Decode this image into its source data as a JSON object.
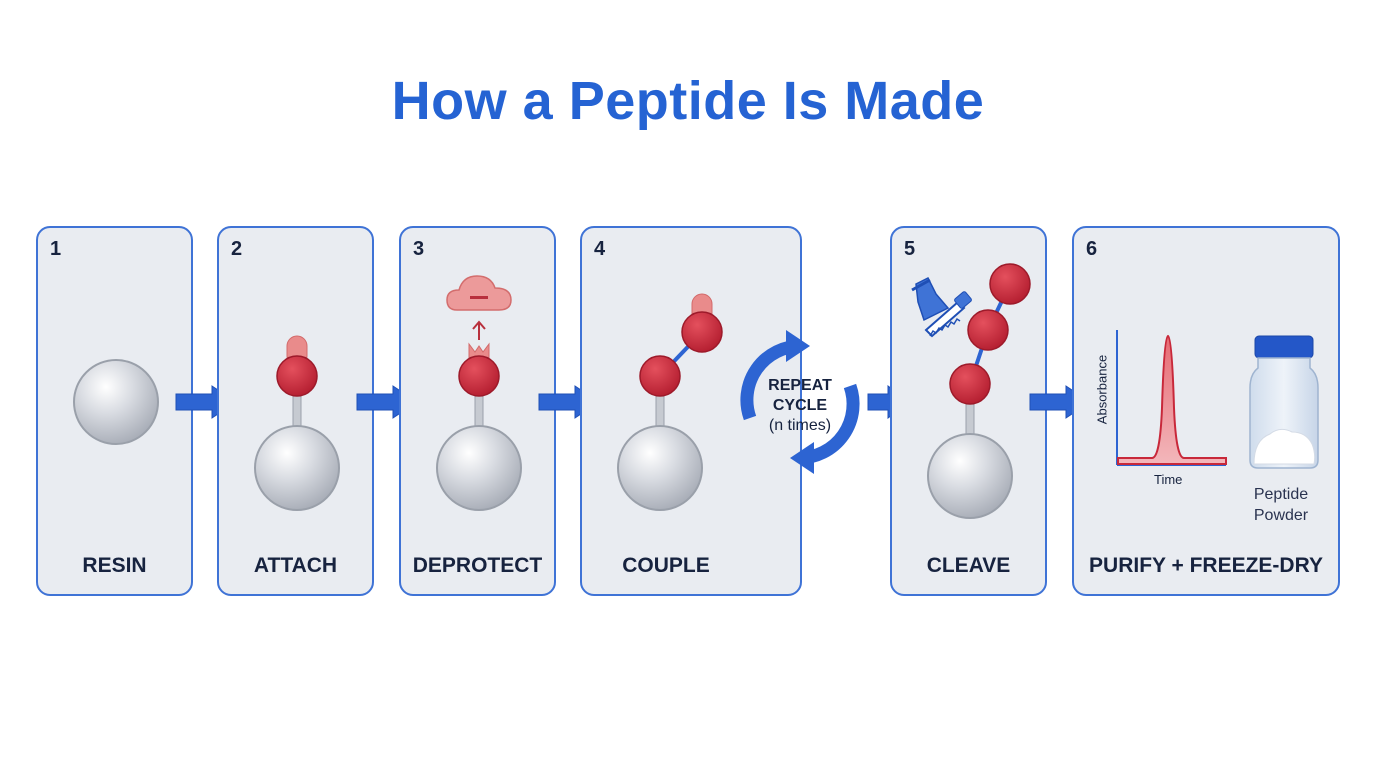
{
  "title": "How a Peptide Is Made",
  "steps": [
    {
      "number": "1",
      "label": "RESIN"
    },
    {
      "number": "2",
      "label": "ATTACH"
    },
    {
      "number": "3",
      "label": "DEPROTECT"
    },
    {
      "number": "4",
      "label": "COUPLE"
    },
    {
      "number": "5",
      "label": "CLEAVE"
    },
    {
      "number": "6",
      "label": "PURIFY + FREEZE-DRY"
    }
  ],
  "repeat": {
    "line1": "REPEAT",
    "line2": "CYCLE",
    "line3": "(n times)"
  },
  "chromatogram": {
    "ylabel": "Absorbance",
    "xlabel": "Time"
  },
  "product": {
    "line1": "Peptide",
    "line2": "Powder"
  },
  "colors": {
    "accent_blue": "#2563d3",
    "panel_border": "#3f73d6",
    "panel_fill": "#e9ecf1",
    "residue_red": "#c8283a",
    "protecting_pink": "#e98b8b"
  },
  "icons": [
    "resin-bead-icon",
    "amino-acid-icon",
    "protecting-group-icon",
    "cloud-byproduct-icon",
    "flask-icon",
    "saw-icon",
    "vial-icon",
    "peak-icon",
    "arrow-right-icon",
    "cycle-arrows-icon"
  ]
}
